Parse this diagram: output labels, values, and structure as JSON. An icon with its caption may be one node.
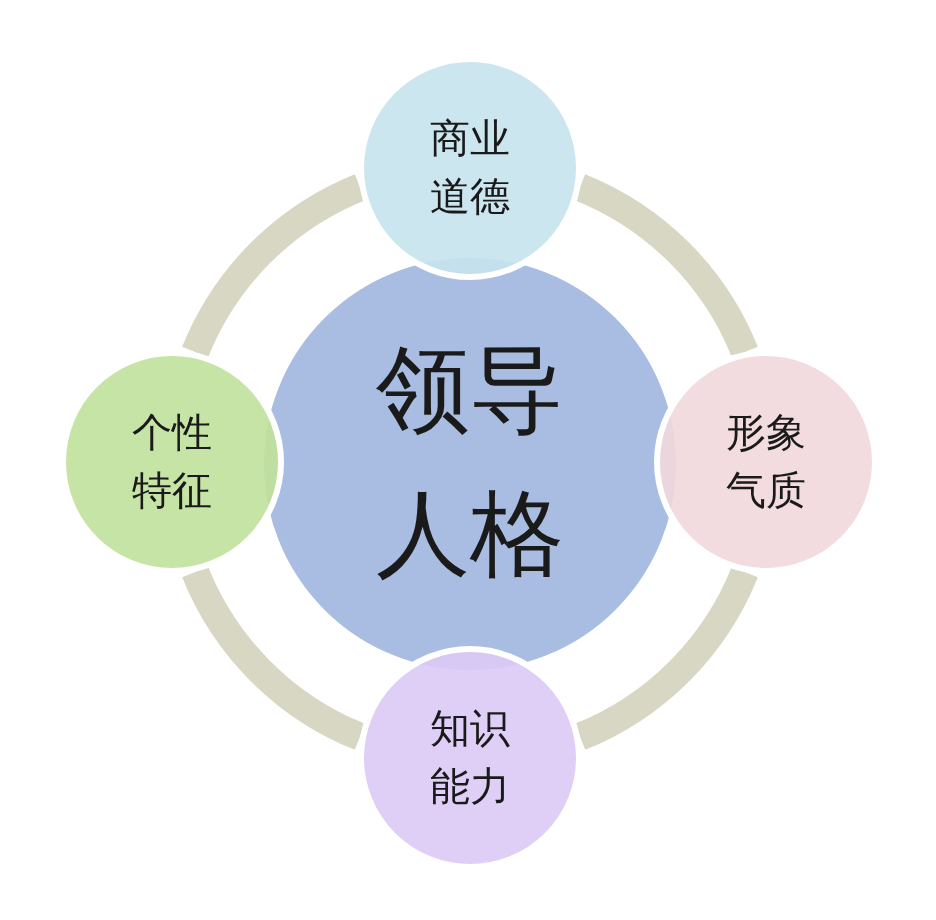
{
  "diagram": {
    "nodes": [
      {
        "text": [
          "领导人格"
        ]
      },
      {
        "text": [
          "商业道德"
        ]
      },
      {
        "text": [
          "形象气质"
        ]
      },
      {
        "text": [
          "知识能力"
        ]
      },
      {
        "text": [
          "个性特征"
        ]
      }
    ],
    "edges": [
      {
        "from": 1,
        "to": 2,
        "arrow": "none"
      },
      {
        "from": 2,
        "to": 3,
        "arrow": "none"
      },
      {
        "from": 3,
        "to": 4,
        "arrow": "none"
      },
      {
        "from": 4,
        "to": 1,
        "arrow": "none"
      }
    ]
  }
}
